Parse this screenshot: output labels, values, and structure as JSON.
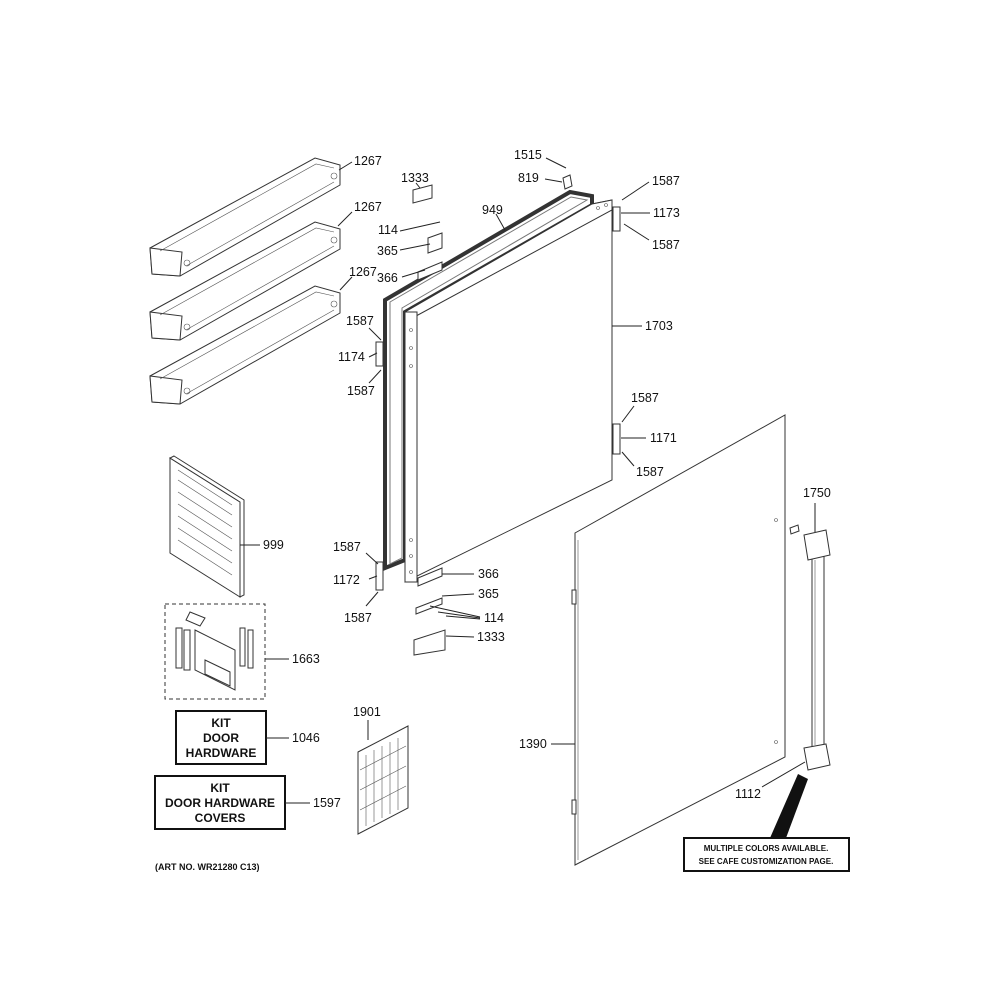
{
  "callouts": [
    {
      "id": "c1267a",
      "text": "1267"
    },
    {
      "id": "c1267b",
      "text": "1267"
    },
    {
      "id": "c1267c",
      "text": "1267"
    },
    {
      "id": "c1333a",
      "text": "1333"
    },
    {
      "id": "c114a",
      "text": "114"
    },
    {
      "id": "c365a",
      "text": "365"
    },
    {
      "id": "c366a",
      "text": "366"
    },
    {
      "id": "c949",
      "text": "949"
    },
    {
      "id": "c1515",
      "text": "1515"
    },
    {
      "id": "c819",
      "text": "819"
    },
    {
      "id": "c1587a",
      "text": "1587"
    },
    {
      "id": "c1173",
      "text": "1173"
    },
    {
      "id": "c1587b",
      "text": "1587"
    },
    {
      "id": "c1703",
      "text": "1703"
    },
    {
      "id": "c1587c",
      "text": "1587"
    },
    {
      "id": "c1174",
      "text": "1174"
    },
    {
      "id": "c1587d",
      "text": "1587"
    },
    {
      "id": "c1587e",
      "text": "1587"
    },
    {
      "id": "c1171",
      "text": "1171"
    },
    {
      "id": "c1587f",
      "text": "1587"
    },
    {
      "id": "c999",
      "text": "999"
    },
    {
      "id": "c1750",
      "text": "1750"
    },
    {
      "id": "c1587g",
      "text": "1587"
    },
    {
      "id": "c1172",
      "text": "1172"
    },
    {
      "id": "c1587h",
      "text": "1587"
    },
    {
      "id": "c366b",
      "text": "366"
    },
    {
      "id": "c365b",
      "text": "365"
    },
    {
      "id": "c114b",
      "text": "114"
    },
    {
      "id": "c1333b",
      "text": "1333"
    },
    {
      "id": "c1663",
      "text": "1663"
    },
    {
      "id": "c1901",
      "text": "1901"
    },
    {
      "id": "c1046",
      "text": "1046"
    },
    {
      "id": "c1390",
      "text": "1390"
    },
    {
      "id": "c1112",
      "text": "1112"
    },
    {
      "id": "c1597",
      "text": "1597"
    }
  ],
  "kit_boxes": {
    "door_hardware": {
      "lines": [
        "KIT",
        "DOOR",
        "HARDWARE"
      ]
    },
    "door_hardware_covers": {
      "lines": [
        "KIT",
        "DOOR HARDWARE",
        "COVERS"
      ]
    }
  },
  "note_box": {
    "lines": [
      "MULTIPLE COLORS AVAILABLE.",
      "SEE CAFE CUSTOMIZATION PAGE."
    ]
  },
  "art_number": "(ART NO. WR21280 C13)"
}
